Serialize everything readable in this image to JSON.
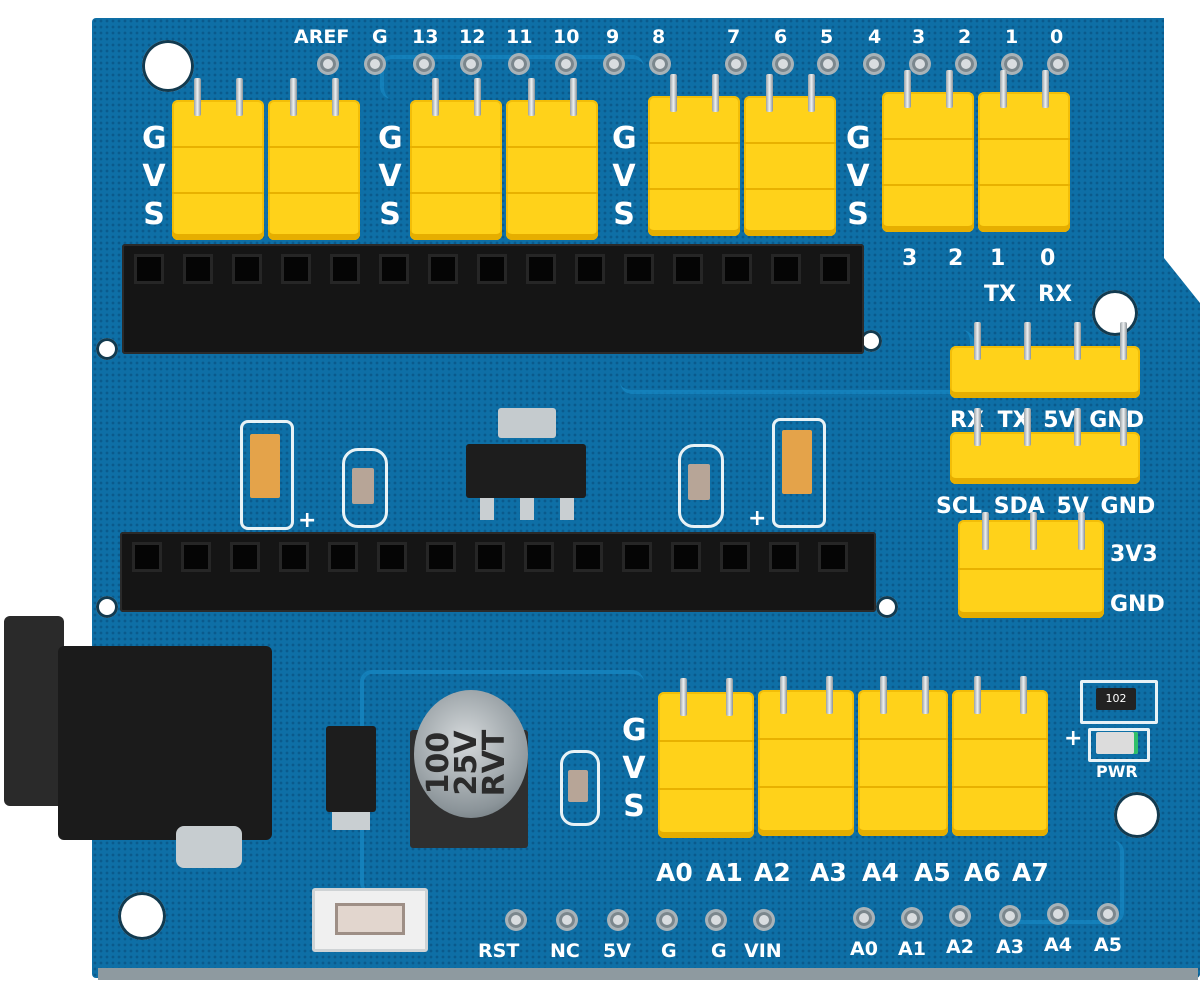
{
  "board": {
    "description": "Arduino Nano I/O expansion shield",
    "pcb_color": "#0e6fa6",
    "header_color": "#ffd21a",
    "top_pin_labels": [
      "AREF",
      "G",
      "13",
      "12",
      "11",
      "10",
      "9",
      "8",
      "7",
      "6",
      "5",
      "4",
      "3",
      "2",
      "1",
      "0"
    ],
    "gvs_label": {
      "g": "G",
      "v": "V",
      "s": "S"
    },
    "digital_groups": [
      {
        "pins": [
          "13",
          "12"
        ]
      },
      {
        "pins": [
          "11",
          "10"
        ]
      },
      {
        "pins": [
          "9",
          "8",
          "7",
          "6"
        ]
      },
      {
        "pins": [
          "5",
          "4",
          "3",
          "2",
          "1",
          "0"
        ]
      }
    ],
    "serial_labels": {
      "pins": [
        "3",
        "2",
        "1",
        "0"
      ],
      "tx": "TX",
      "rx": "RX"
    },
    "uart_header": [
      "RX",
      "TX",
      "5V",
      "GND"
    ],
    "i2c_header": [
      "SCL",
      "SDA",
      "5V",
      "GND"
    ],
    "power_header": {
      "row1": "3V3",
      "row2": "GND"
    },
    "analog_labels": [
      "A0",
      "A1",
      "A2",
      "A3",
      "A4",
      "A5",
      "A6",
      "A7"
    ],
    "bottom_left_labels": [
      "RST",
      "NC",
      "5V",
      "G",
      "G",
      "VIN"
    ],
    "bottom_right_labels": [
      "A0",
      "A1",
      "A2",
      "A3",
      "A4",
      "A5"
    ],
    "capacitor_text": {
      "value": "100",
      "voltage": "25V",
      "series": "RVT"
    },
    "resistor_code": "102",
    "led_label": "PWR",
    "polarity": "+"
  }
}
